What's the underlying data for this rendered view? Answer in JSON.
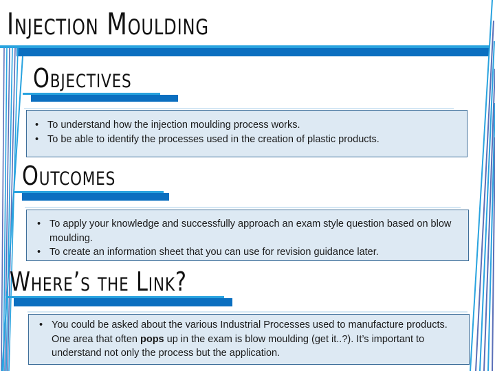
{
  "slide": {
    "title": "Injection Moulding",
    "sections": [
      {
        "heading": "Objectives",
        "bullets": [
          "To understand how the injection moulding process works.",
          "To be able to identify the processes used in the creation of plastic products."
        ]
      },
      {
        "heading": "Outcomes",
        "bullets": [
          "To apply your knowledge and successfully approach an exam style question based on blow moulding.",
          "To create an information sheet that you can use for revision guidance later."
        ]
      },
      {
        "heading": "Where’s the Link?",
        "bullets": [
          {
            "before": "You could be asked about the various Industrial Processes used to manufacture products. One area that often ",
            "bold": "pops",
            "after": " up in the exam is blow moulding (get it..?). It’s important to understand not only the process but the application."
          }
        ]
      }
    ]
  },
  "colors": {
    "accent_dark": "#0b6fc0",
    "accent_light": "#29a3df",
    "box_fill": "#dde9f3",
    "box_border": "#3f6f9a",
    "line_purple": "#5a6fb8"
  }
}
